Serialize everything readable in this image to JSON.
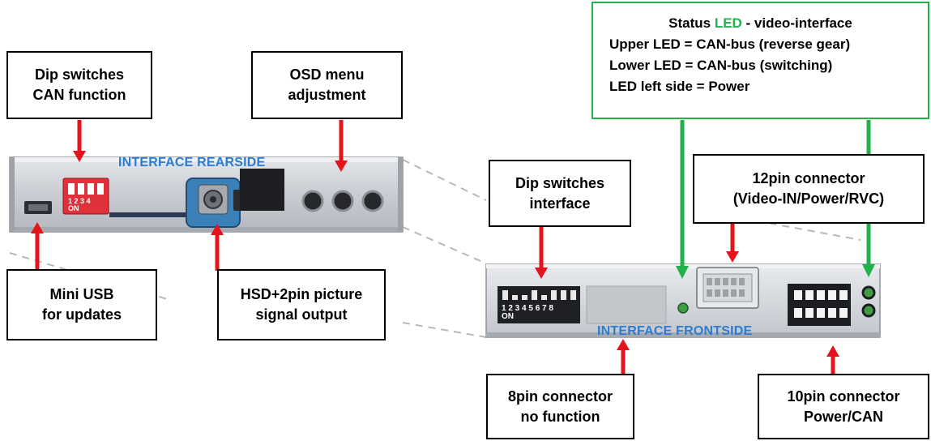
{
  "status_box": {
    "prefix": "Status ",
    "led_word": "LED",
    "suffix": " - video-interface",
    "line2": "Upper LED = CAN-bus (reverse gear)",
    "line3": "Lower LED = CAN-bus (switching)",
    "line4": "LED left side = Power"
  },
  "labels": {
    "dip_can": [
      "Dip switches",
      "CAN function"
    ],
    "osd": [
      "OSD menu",
      "adjustment"
    ],
    "mini_usb": [
      "Mini USB",
      "for updates"
    ],
    "hsd": [
      "HSD+2pin picture",
      "signal output"
    ],
    "dip_interface": [
      "Dip switches",
      "interface"
    ],
    "pin12": [
      "12pin connector",
      "(Video-IN/Power/RVC)"
    ],
    "pin8": [
      "8pin connector",
      "no function"
    ],
    "pin10": [
      "10pin connector",
      "Power/CAN"
    ]
  },
  "device_labels": {
    "rear": "INTERFACE REARSIDE",
    "front": "INTERFACE FRONTSIDE"
  },
  "dip_rear_numbers": "1 2 3 4",
  "dip_rear_on": "ON",
  "dip_front_numbers": "1 2 3 4 5 6 7 8",
  "dip_front_on": "ON",
  "colors": {
    "arrow_red": "#e3141b",
    "arrow_green": "#21b24b",
    "text_blue": "#2a7dd2"
  }
}
